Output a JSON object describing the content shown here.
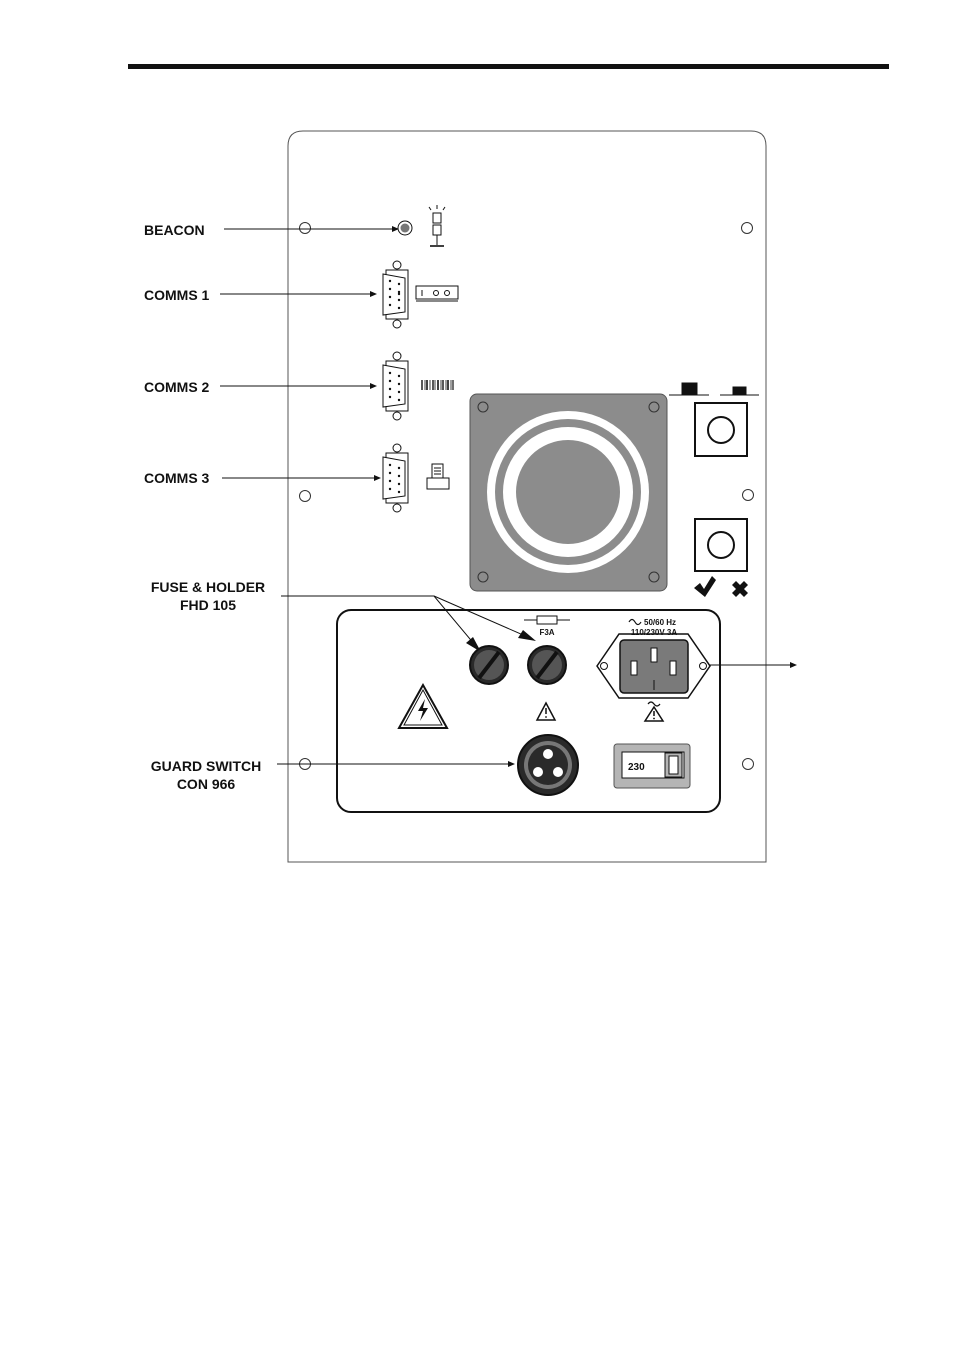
{
  "labels": {
    "beacon": "BEACON",
    "comms1": "COMMS 1",
    "comms2": "COMMS 2",
    "comms3": "COMMS 3",
    "fuse_line1": "FUSE & HOLDER",
    "fuse_line2": "FHD 105",
    "guard_line1": "GUARD SWITCH",
    "guard_line2": "CON 966"
  },
  "panel_markings": {
    "fuse_rating": "F3A",
    "mains_frequency": "50/60 Hz",
    "mains_rating": "110/230V 3A",
    "voltage_selector": "230"
  },
  "icons": {
    "beacon": "beacon-lamp-icon",
    "comms1": "terminal-display-icon",
    "comms2": "barcode-icon",
    "comms3": "printer-icon",
    "hazard": "high-voltage-warning-icon",
    "caution": "caution-triangle-icon",
    "accept": "checkmark-icon",
    "reject": "cross-icon"
  },
  "colors": {
    "ink": "#111111",
    "fan_grey": "#8c8c8c",
    "connector_grey": "#7a7a7a",
    "switch_grey": "#b5b5b5"
  }
}
